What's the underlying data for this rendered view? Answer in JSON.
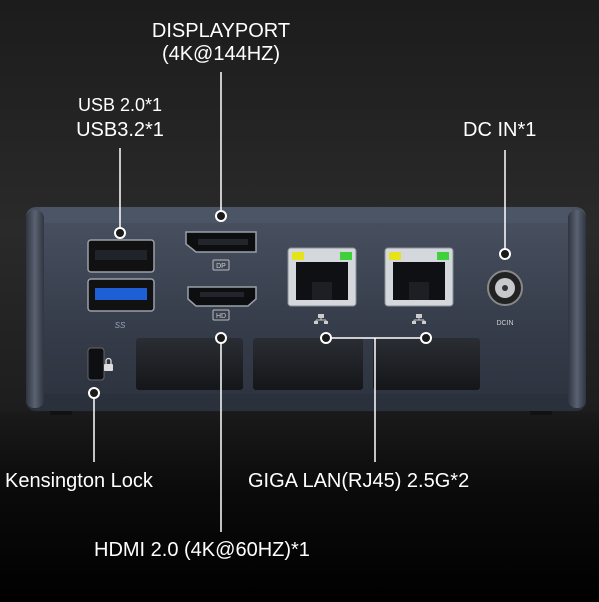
{
  "labels": {
    "displayport_line1": "DISPLAYPORT",
    "displayport_line2": "(4K@144HZ)",
    "usb_line1": "USB 2.0*1",
    "usb_line2": "USB3.2*1",
    "dc_in": "DC IN*1",
    "kensington": "Kensington Lock",
    "giga_lan": "GIGA LAN(RJ45) 2.5G*2",
    "hdmi": "HDMI 2.0 (4K@60HZ)*1"
  },
  "port_marks": {
    "dp_logo": "DP",
    "hd_logo": "HD",
    "usb_ss_logo": "SS",
    "dcin_label": "DCIN"
  },
  "icons": [
    "lock-icon",
    "network-icon",
    "usb-superspeed-icon",
    "displayport-logo-icon",
    "hdmi-logo-icon"
  ],
  "colors": {
    "chassis": "#3a4150",
    "usb3_blue": "#1f5fd6",
    "led_green": "#3fd13a",
    "led_yellow": "#e6e21c",
    "callout_line": "#ffffff"
  }
}
